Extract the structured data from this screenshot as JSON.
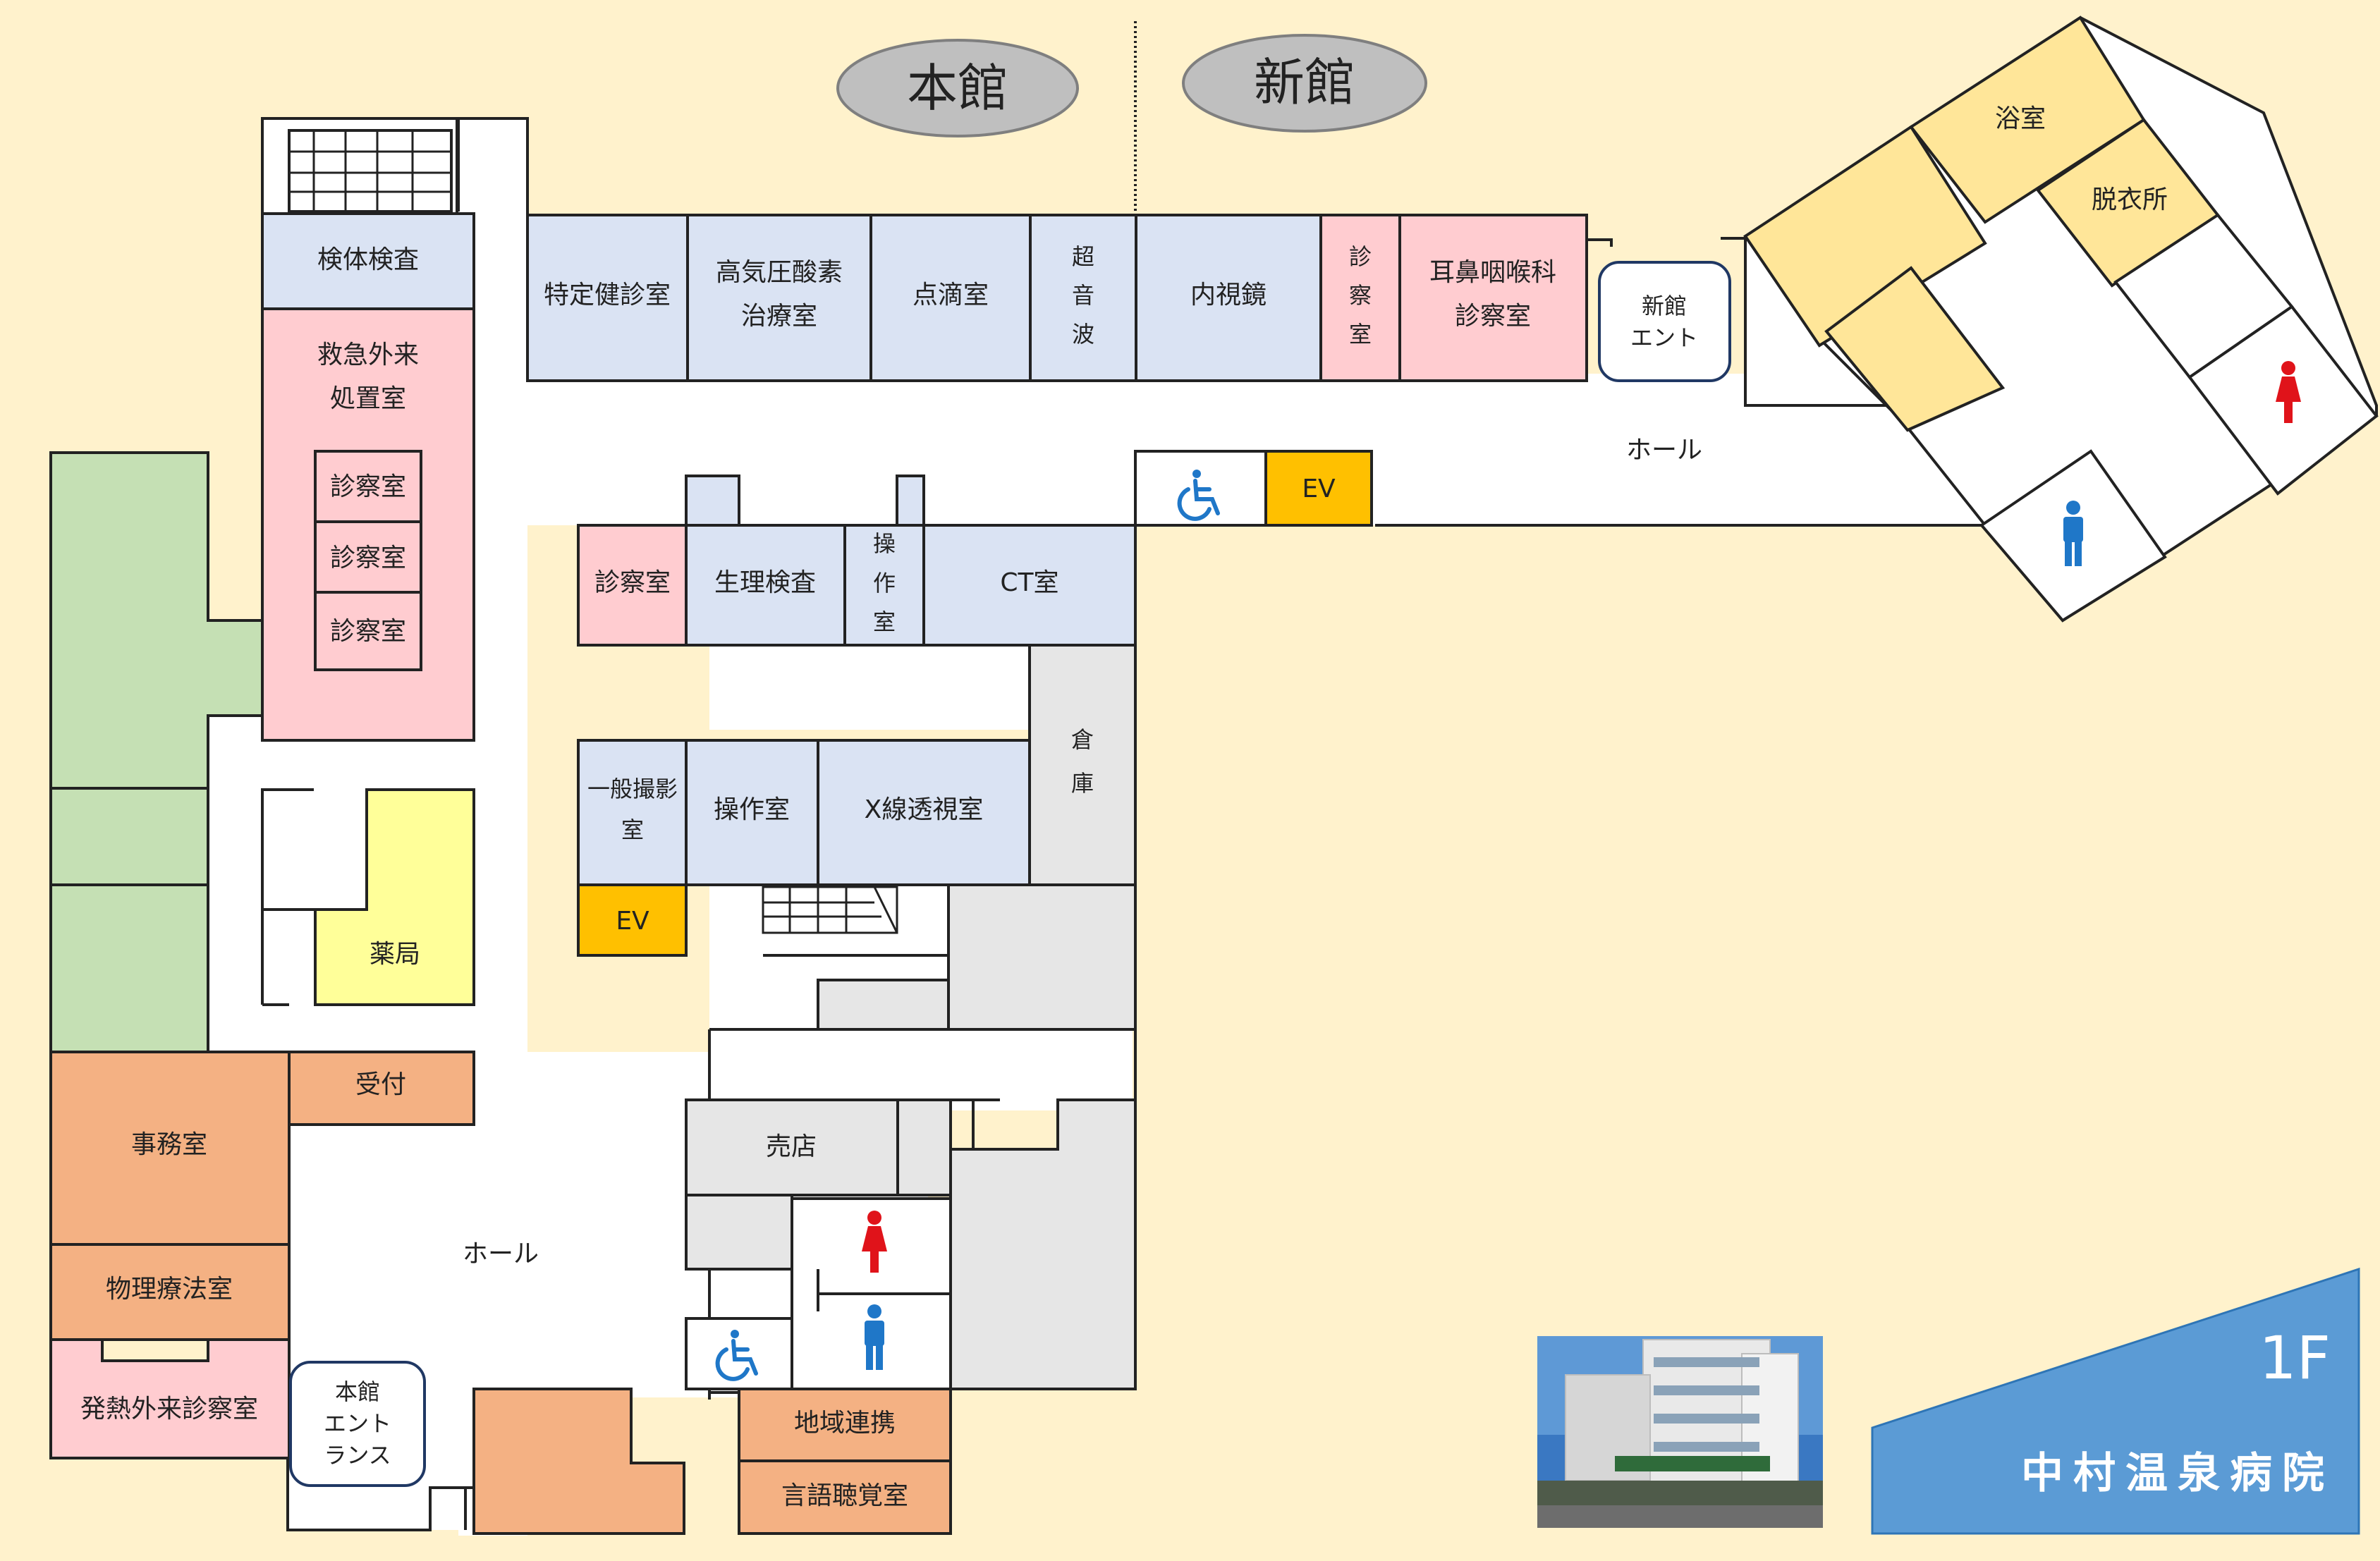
{
  "header": {
    "honkan": "本館",
    "shinkan": "新館"
  },
  "colors": {
    "background": "#fff2cc",
    "exam_blue": "#dae3f3",
    "consult_pink": "#ffccd0",
    "office_orange": "#f4b183",
    "bath_yellow": "#ffe699",
    "pharmacy_yellow": "#ffff99",
    "green_area": "#c5e0b4",
    "storage_gray": "#e6e6e6",
    "elevator": "#ffc000",
    "badge_blue": "#5b9bd5",
    "female_red": "#e0131a",
    "male_blue": "#1f77c8"
  },
  "rooms": {
    "kentai": "検体検査",
    "kyukyu_1": "救急外来",
    "kyukyu_2": "処置室",
    "shinsatsu": "診察室",
    "tokutei": "特定健診室",
    "koatsu_1": "高気圧酸素",
    "koatsu_2": "治療室",
    "tenteki": "点滴室",
    "cho": "超",
    "on": "音",
    "ha": "波",
    "naishikyo": "内視鏡",
    "shin": "診",
    "satsu": "察",
    "shitsu": "室",
    "jibi_1": "耳鼻咽喉科",
    "jibi_2": "診察室",
    "shinkan_ent_1": "新館",
    "shinkan_ent_2": "エント",
    "hall": "ホール",
    "yokushitsu": "浴室",
    "datsuijo": "脱衣所",
    "ev": "EV",
    "seiri": "生理検査",
    "so": "操",
    "sa": "作",
    "ct": "CT室",
    "ippan_1": "一般撮影",
    "ippan_2": "室",
    "sosa": "操作室",
    "xsen": "X線透視室",
    "so_ko": "倉",
    "ko": "庫",
    "yakkyoku": "薬局",
    "uketsuke": "受付",
    "jimu": "事務室",
    "butsuri": "物理療法室",
    "hatsunetsu": "発熱外来診察室",
    "honkan_ent_1": "本館",
    "honkan_ent_2": "エント",
    "honkan_ent_3": "ランス",
    "baiten": "売店",
    "chiiki": "地域連携",
    "gengo": "言語聴覚室"
  },
  "badge": {
    "floor": "1F",
    "hospital": "中村温泉病院"
  },
  "icons": {
    "wheelchair": "wheelchair-icon",
    "female": "female-restroom-icon",
    "male": "male-restroom-icon",
    "photo": "hospital-building-photo"
  }
}
